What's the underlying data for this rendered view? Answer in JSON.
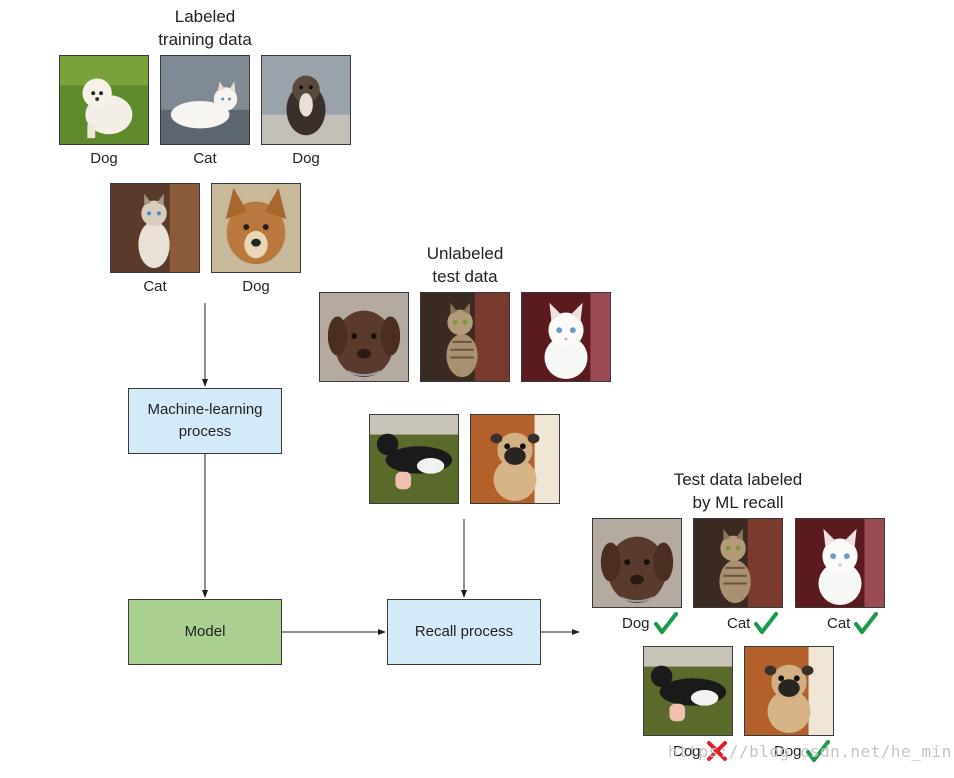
{
  "training": {
    "heading_line1": "Labeled",
    "heading_line2": "training data",
    "items": [
      {
        "label": "Dog",
        "icon": "white-dog-on-grass-photo"
      },
      {
        "label": "Cat",
        "icon": "white-cat-lying-photo"
      },
      {
        "label": "Dog",
        "icon": "shih-tzu-dog-photo"
      },
      {
        "label": "Cat",
        "icon": "siamese-cat-sitting-photo"
      },
      {
        "label": "Dog",
        "icon": "brown-dog-face-photo"
      }
    ]
  },
  "unlabeled": {
    "heading_line1": "Unlabeled",
    "heading_line2": "test data",
    "items": [
      {
        "icon": "chocolate-labrador-photo"
      },
      {
        "icon": "tabby-cat-sitting-photo"
      },
      {
        "icon": "white-kitten-photo"
      },
      {
        "icon": "black-white-cat-lying-photo"
      },
      {
        "icon": "pug-dog-photo"
      }
    ]
  },
  "results": {
    "heading_line1": "Test data labeled",
    "heading_line2": "by ML recall",
    "items": [
      {
        "label": "Dog",
        "correct": true,
        "icon": "chocolate-labrador-photo"
      },
      {
        "label": "Cat",
        "correct": true,
        "icon": "tabby-cat-sitting-photo"
      },
      {
        "label": "Cat",
        "correct": true,
        "icon": "white-kitten-photo"
      },
      {
        "label": "Dog",
        "correct": false,
        "icon": "black-white-cat-lying-photo"
      },
      {
        "label": "Dog",
        "correct": true,
        "icon": "pug-dog-photo"
      }
    ]
  },
  "process": {
    "ml_process_line1": "Machine-learning",
    "ml_process_line2": "process",
    "model": "Model",
    "recall": "Recall process"
  },
  "colors": {
    "process_box": "#d3ebf8",
    "model_box": "#a9cf91",
    "check": "#1a9a4a",
    "cross": "#e21f26"
  },
  "watermark": "https://blog.csdn.net/he_min"
}
